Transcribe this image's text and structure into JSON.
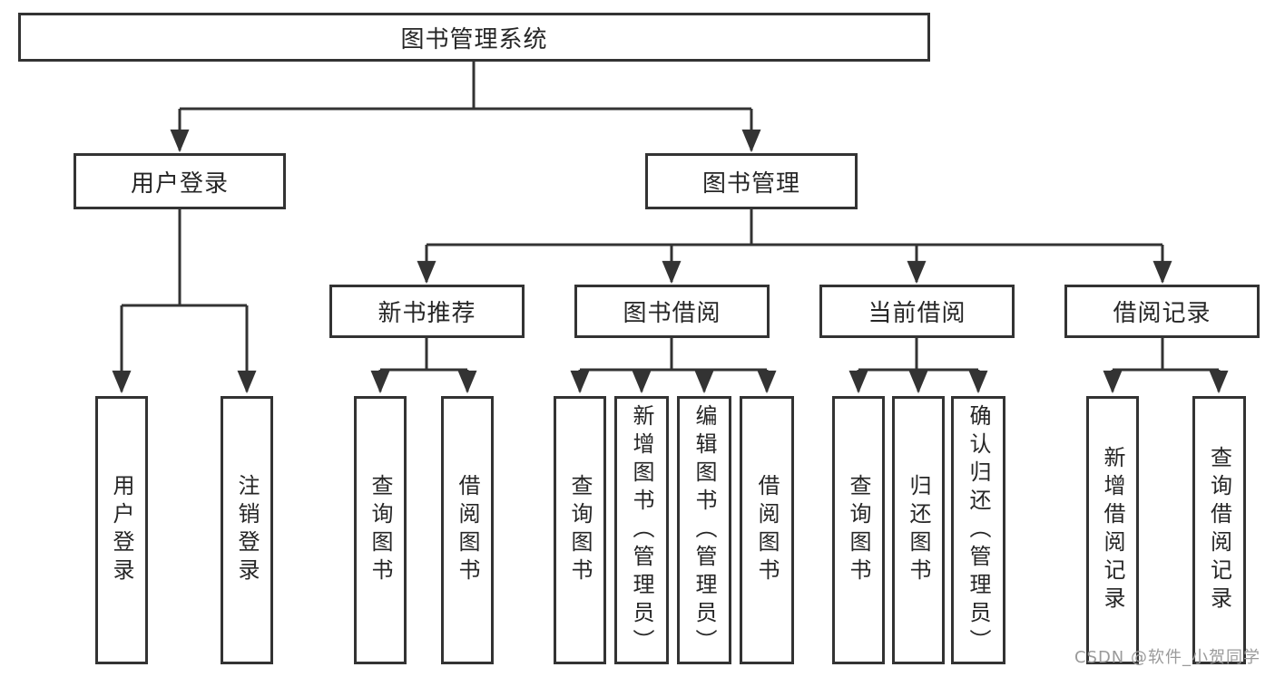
{
  "diagram_title": "图书管理系统",
  "watermark": "CSDN @软件_小贺同学",
  "colors": {
    "line": "#333333",
    "box_border": "#333333",
    "box_fill": "#ffffff",
    "text": "#262626",
    "watermark": "#9a9a9a"
  },
  "tree": {
    "label": "图书管理系统",
    "children": [
      {
        "label": "用户登录",
        "children": [
          {
            "label": "用户登录"
          },
          {
            "label": "注销登录"
          }
        ]
      },
      {
        "label": "图书管理",
        "children": [
          {
            "label": "新书推荐",
            "children": [
              {
                "label": "查询图书"
              },
              {
                "label": "借阅图书"
              }
            ]
          },
          {
            "label": "图书借阅",
            "children": [
              {
                "label": "查询图书"
              },
              {
                "label": "新增图书（管理员）"
              },
              {
                "label": "编辑图书（管理员）"
              },
              {
                "label": "借阅图书"
              }
            ]
          },
          {
            "label": "当前借阅",
            "children": [
              {
                "label": "查询图书"
              },
              {
                "label": "归还图书"
              },
              {
                "label": "确认归还（管理员）"
              }
            ]
          },
          {
            "label": "借阅记录",
            "children": [
              {
                "label": "新增借阅记录"
              },
              {
                "label": "查询借阅记录"
              }
            ]
          }
        ]
      }
    ]
  }
}
